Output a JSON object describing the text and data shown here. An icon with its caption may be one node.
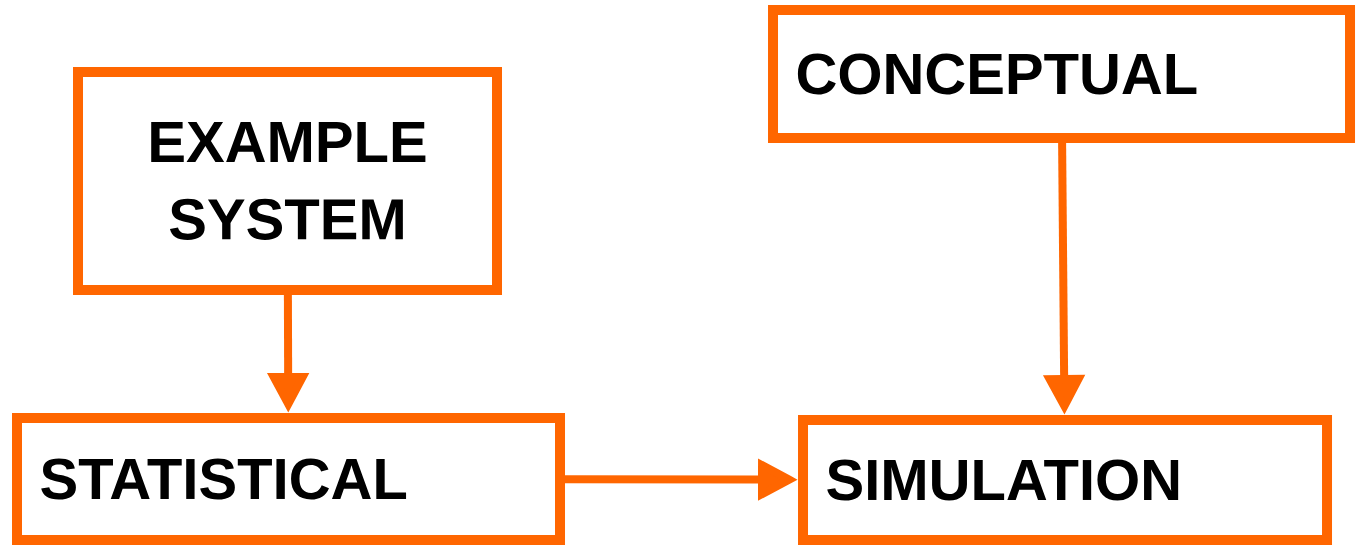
{
  "diagram": {
    "nodes": [
      {
        "text": [
          "EXAMPLE SYSTEM"
        ]
      },
      {
        "text": [
          "CONCEPTUAL"
        ]
      },
      {
        "text": [
          "STATISTICAL"
        ]
      },
      {
        "text": [
          "SIMULATION"
        ]
      }
    ],
    "edges": [
      {
        "from": 0,
        "to": 2,
        "arrow": "to"
      },
      {
        "from": 1,
        "to": 3,
        "arrow": "to"
      },
      {
        "from": 2,
        "to": 3,
        "arrow": "to"
      }
    ]
  }
}
